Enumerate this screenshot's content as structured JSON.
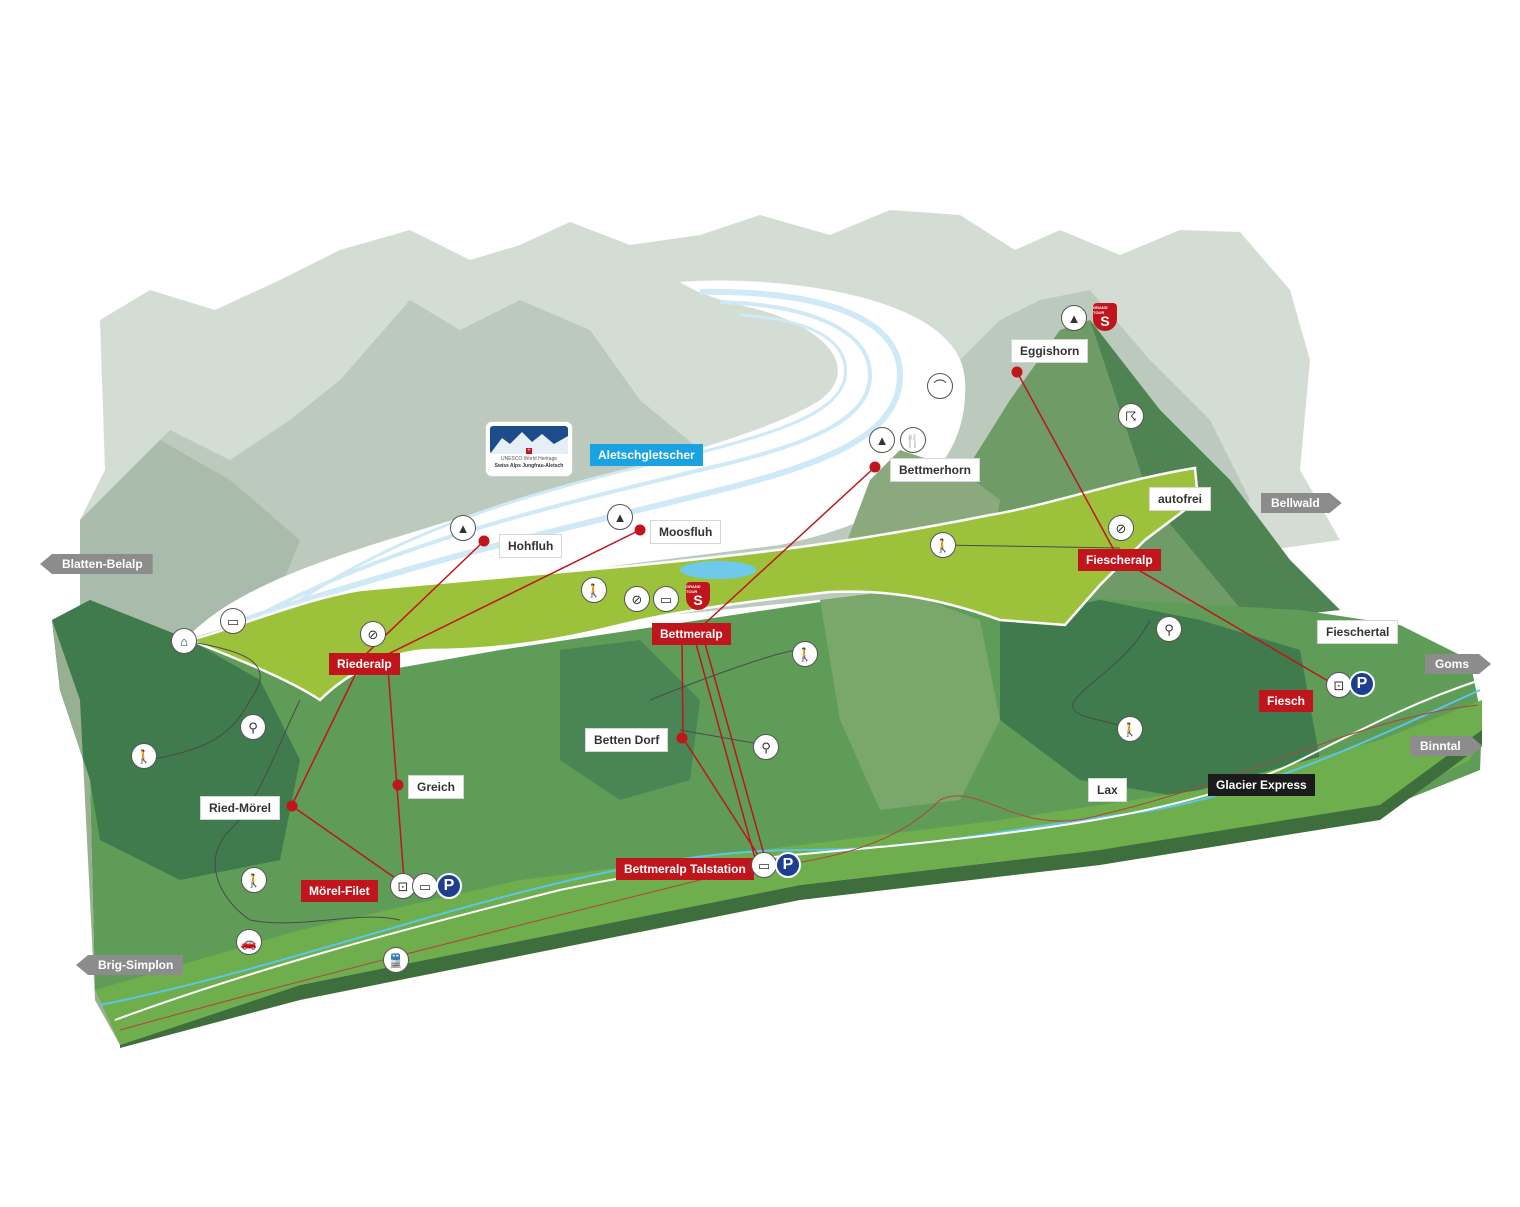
{
  "map": {
    "colors": {
      "mountain_back": "#cfd9cf",
      "mountain_mid": "#b7c7b8",
      "glacier": "#ffffff",
      "glacier_stripe": "#cce7f6",
      "plateau": "#9cc13a",
      "valley_green": "#5d9a57",
      "dark_green": "#3f7a4c",
      "route_red": "#c0151c",
      "river_blue": "#5bc5ea",
      "parking_blue": "#1e3f8f",
      "label_white": "#ffffff",
      "label_red": "#c0151c",
      "label_black": "#1b1b1b",
      "label_blue": "#1aa3e0",
      "direction_grey": "#8c8c8c"
    },
    "labels": {
      "aletschgletscher": "Aletschgletscher",
      "hohfluh": "Hohfluh",
      "moosfluh": "Moosfluh",
      "bettmerhorn": "Bettmerhorn",
      "eggishorn": "Eggishorn",
      "autofrei": "autofrei",
      "fiescheralp": "Fiescheralp",
      "fieschertal": "Fieschertal",
      "fiesch": "Fiesch",
      "bettmeralp": "Bettmeralp",
      "riederalp": "Riederalp",
      "betten_dorf": "Betten Dorf",
      "greich": "Greich",
      "ried_morel": "Ried-Mörel",
      "morel_filet": "Mörel-Filet",
      "bettmeralp_talstation": "Bettmeralp Talstation",
      "lax": "Lax",
      "glacier_express": "Glacier Express"
    },
    "directions": {
      "bellwald": "Bellwald",
      "goms": "Goms",
      "binntal": "Binntal",
      "blatten_belalp": "Blatten-Belalp",
      "brig_simplon": "Brig-Simplon"
    },
    "unesco": {
      "line1": "UNESCO World Heritage",
      "line2": "Swiss Alps Jungfrau-Aletsch"
    },
    "parking_symbol": "P",
    "grand_tour_symbol": "S",
    "icons": {
      "hiker": "hiker-icon",
      "bike": "bike-icon",
      "cable_car": "cable-car-icon",
      "gondola": "gondola-icon",
      "no_car": "no-car-icon",
      "panorama": "panorama-icon",
      "restaurant": "restaurant-icon",
      "train": "train-icon",
      "car": "car-icon",
      "climbing": "climbing-icon",
      "suspension_bridge": "suspension-bridge-icon",
      "museum": "museum-icon",
      "grand_tour": "grand-tour-icon",
      "parking": "parking-icon"
    }
  }
}
